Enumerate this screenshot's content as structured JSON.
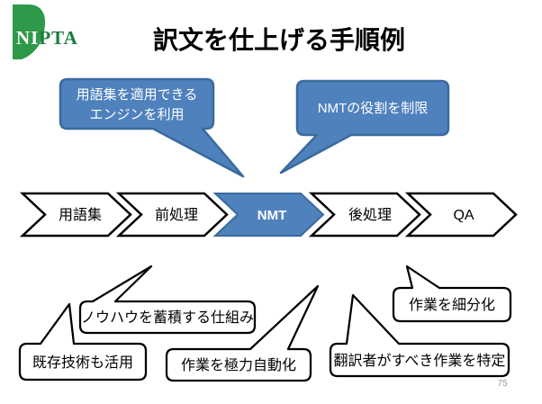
{
  "slide": {
    "title": "訳文を仕上げる手順例",
    "page_number": "75",
    "logo": {
      "ni": "NI",
      "pta": "PTA"
    },
    "colors": {
      "callout_blue_fill": "#4F81BD",
      "callout_blue_border": "#3A6A9E",
      "logo_green": "#2E9948",
      "logo_text_green": "#1C7C3F",
      "chevron_fill": "#FFFFFF",
      "chevron_border": "#000000",
      "chevron_highlight_fill": "#4F81BD",
      "page_number_gray": "#9B9B9B"
    }
  },
  "top_callouts": [
    {
      "lines": [
        "用語集を適用できる",
        "エンジンを利用"
      ]
    },
    {
      "lines": [
        "NMTの役割を制限"
      ]
    }
  ],
  "process_steps": [
    {
      "label": "用語集",
      "highlighted": false
    },
    {
      "label": "前処理",
      "highlighted": false
    },
    {
      "label": "NMT",
      "highlighted": true
    },
    {
      "label": "後処理",
      "highlighted": false
    },
    {
      "label": "QA",
      "highlighted": false
    }
  ],
  "bottom_callouts": [
    {
      "label": "ノウハウを蓄積する仕組み"
    },
    {
      "label": "既存技術も活用"
    },
    {
      "label": "作業を極力自動化"
    },
    {
      "label": "作業を細分化"
    },
    {
      "label": "翻訳者がすべき作業を特定"
    }
  ]
}
